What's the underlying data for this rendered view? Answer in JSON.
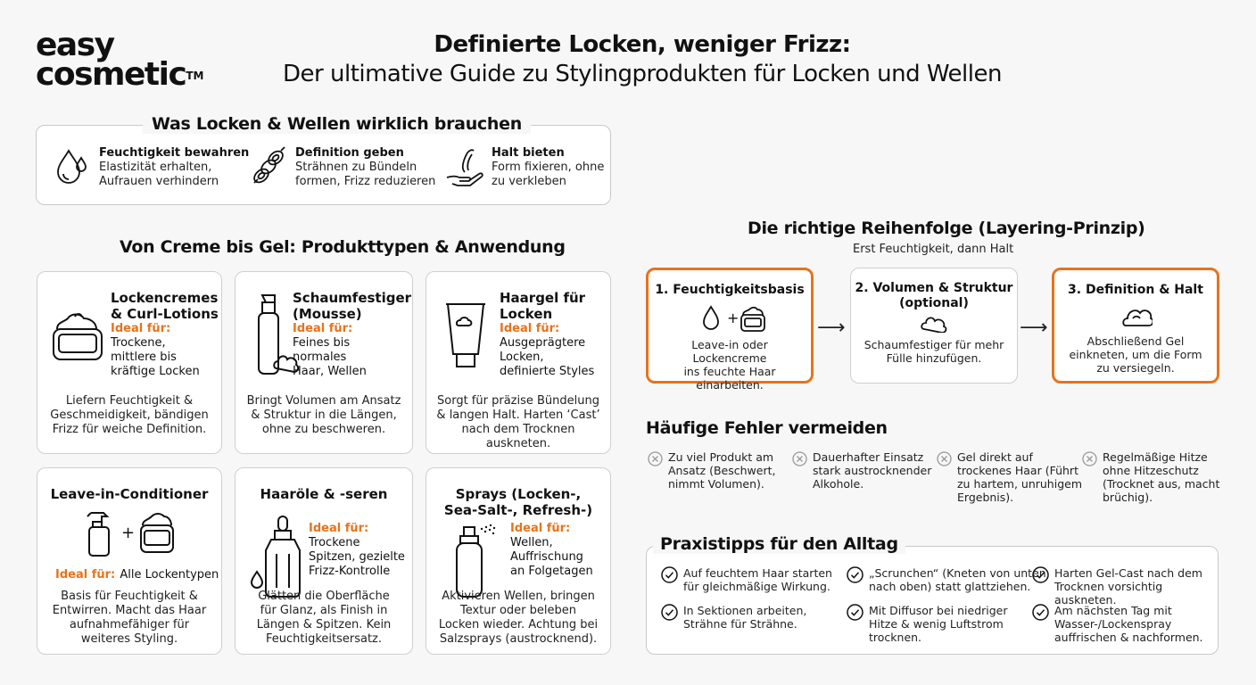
{
  "brand": {
    "line1": "easy",
    "line2": "cosmetic",
    "tm": "TM"
  },
  "header": {
    "title_line1": "Definierte Locken, weniger Frizz:",
    "title_line2": "Der ultimative Guide zu Stylingprodukten für Locken und Wellen"
  },
  "needs": {
    "title": "Was Locken & Wellen wirklich brauchen",
    "items": [
      {
        "icon": "water-drop-icon",
        "title": "Feuchtigkeit bewahren",
        "d1": "Elastizität erhalten,",
        "d2": "Aufrauen verhindern"
      },
      {
        "icon": "curl-strands-icon",
        "title": "Definition geben",
        "d1": "Strähnen zu Bündeln",
        "d2": "formen, Frizz reduzieren"
      },
      {
        "icon": "hand-holding-curl-icon",
        "title": "Halt bieten",
        "d1": "Form fixieren, ohne",
        "d2": "zu verkleben"
      }
    ]
  },
  "products": {
    "title": "Von Creme bis Gel: Produkttypen & Anwendung",
    "ideal_label": "Ideal für:",
    "cards": [
      {
        "icon": "cream-jar-icon",
        "name1": "Lockencremes",
        "name2": "& Curl-Lotions",
        "ideal1": "Trockene,",
        "ideal2": "mittlere bis",
        "ideal3": "kräftige Locken",
        "desc1": "Liefern Feuchtigkeit &",
        "desc2": "Geschmeidigkeit, bändigen",
        "desc3": "Frizz für weiche Definition.",
        "desc4": ""
      },
      {
        "icon": "mousse-can-icon",
        "name1": "Schaumfestiger",
        "name2": "(Mousse)",
        "ideal1": "Feines bis",
        "ideal2": "normales",
        "ideal3": "Haar, Wellen",
        "desc1": "Bringt Volumen am Ansatz",
        "desc2": "& Struktur in die Längen,",
        "desc3": "ohne zu beschweren.",
        "desc4": ""
      },
      {
        "icon": "gel-tube-icon",
        "name1": "Haargel für",
        "name2": "Locken",
        "ideal1": "Ausgeprägtere",
        "ideal2": "Locken,",
        "ideal3": "definierte Styles",
        "desc1": "Sorgt für präzise Bündelung",
        "desc2": "& langen Halt. Harten ‘Cast’",
        "desc3": "nach dem Trocknen",
        "desc4": "auskneten."
      },
      {
        "icon": "spray-bottle-plus-jar-icon",
        "name1": "Leave-in-Conditioner",
        "ideal_inline": "Alle Lockentypen",
        "desc1": "Basis für Feuchtigkeit &",
        "desc2": "Entwirren. Macht das Haar",
        "desc3": "aufnahmefähiger für",
        "desc4": "weiteres Styling."
      },
      {
        "icon": "dropper-bottle-icon",
        "name1": "Haaröle & -seren",
        "ideal1": "Trockene",
        "ideal2": "Spitzen, gezielte",
        "ideal3": "Frizz-Kontrolle",
        "desc1": "Glätten die Oberfläche",
        "desc2": "für Glanz, als Finish in",
        "desc3": "Längen & Spitzen. Kein",
        "desc4": "Feuchtigkeitsersatz."
      },
      {
        "icon": "spray-can-icon",
        "name1": "Sprays (Locken-,",
        "name2": "Sea-Salt-, Refresh-)",
        "ideal1": "Wellen,",
        "ideal2": "Auffrischung",
        "ideal3": "an Folgetagen",
        "desc1": "Aktivieren Wellen, bringen",
        "desc2": "Textur oder beleben",
        "desc3": "Locken wieder. Achtung bei",
        "desc4": "Salzsprays (austrocknend)."
      }
    ]
  },
  "layering": {
    "title": "Die richtige Reihenfolge (Layering-Prinzip)",
    "subtitle": "Erst Feuchtigkeit, dann Halt",
    "steps": [
      {
        "title1": "1. Feuchtigkeitsbasis",
        "title2": "",
        "d1": "Leave-in oder Lockencreme",
        "d2": "ins feuchte Haar einarbeiten.",
        "d3": ""
      },
      {
        "title1": "2. Volumen & Struktur",
        "title2": "(optional)",
        "d1": "Schaumfestiger für mehr",
        "d2": "Fülle hinzufügen.",
        "d3": ""
      },
      {
        "title1": "3. Definition & Halt",
        "title2": "",
        "d1": "Abschließend Gel",
        "d2": "einkneten, um die Form",
        "d3": "zu versiegeln."
      }
    ],
    "arrow": "⟶",
    "plus": "+"
  },
  "mistakes": {
    "title": "Häufige Fehler vermeiden",
    "items": [
      {
        "l1": "Zu viel Produkt am",
        "l2": "Ansatz (Beschwert,",
        "l3": "nimmt Volumen).",
        "l4": ""
      },
      {
        "l1": "Dauerhafter Einsatz",
        "l2": "stark austrocknender",
        "l3": "Alkohole.",
        "l4": ""
      },
      {
        "l1": "Gel direkt auf",
        "l2": "trockenes Haar (Führt",
        "l3": "zu hartem, unruhigem",
        "l4": "Ergebnis)."
      },
      {
        "l1": "Regelmäßige Hitze",
        "l2": "ohne Hitzeschutz",
        "l3": "(Trocknet aus, macht",
        "l4": "brüchig)."
      }
    ]
  },
  "tips": {
    "title": "Praxistipps für den Alltag",
    "items": [
      {
        "l1": "Auf feuchtem Haar starten",
        "l2": "für gleichmäßige Wirkung.",
        "l3": ""
      },
      {
        "l1": "„Scrunchen“ (Kneten von unten",
        "l2": "nach oben) statt glattziehen.",
        "l3": ""
      },
      {
        "l1": "Harten Gel-Cast nach dem",
        "l2": "Trocknen vorsichtig auskneten.",
        "l3": ""
      },
      {
        "l1": "In Sektionen arbeiten,",
        "l2": "Strähne für Strähne.",
        "l3": ""
      },
      {
        "l1": "Mit Diffusor bei niedriger",
        "l2": "Hitze & wenig Luftstrom",
        "l3": "trocknen."
      },
      {
        "l1": "Am nächsten Tag mit",
        "l2": "Wasser-/Lockenspray",
        "l3": "auffrischen & nachformen."
      }
    ]
  },
  "colors": {
    "accent": "#e8731a",
    "text": "#111111",
    "border": "#cfcfcf"
  }
}
